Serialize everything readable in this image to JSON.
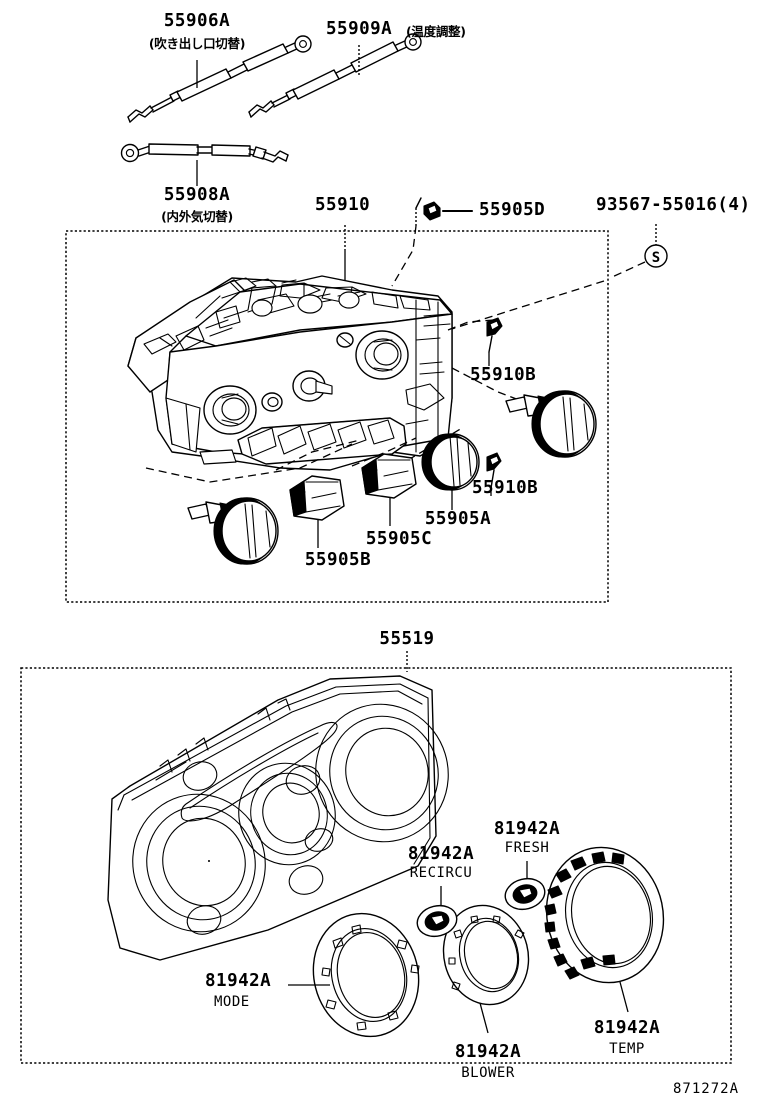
{
  "diagram": {
    "sheet_code": "871272A",
    "background_color": "#ffffff",
    "line_color": "#000000"
  },
  "cables": {
    "mode_cable": {
      "part_no": "55906A",
      "jp_note": "(吹き出し口切替)"
    },
    "temp_cable": {
      "part_no": "55909A",
      "jp_note": "(温度調整)"
    },
    "air_inlet_cable": {
      "part_no": "55908A",
      "jp_note": "(内外気切替)"
    }
  },
  "upper_box": {
    "assembly": {
      "part_no": "55910"
    },
    "clip": {
      "part_no": "55905D"
    },
    "screw": {
      "part_no": "93567-55016(4)",
      "balloon": "S"
    },
    "callouts": [
      {
        "part_no": "55910B"
      },
      {
        "part_no": "55910B"
      },
      {
        "part_no": "55905A"
      },
      {
        "part_no": "55905C"
      },
      {
        "part_no": "55905B"
      }
    ]
  },
  "lower_box": {
    "bezel": {
      "part_no": "55519"
    },
    "rings": [
      {
        "part_no": "81942A",
        "function": "MODE"
      },
      {
        "part_no": "81942A",
        "function": "BLOWER"
      },
      {
        "part_no": "81942A",
        "function": "TEMP"
      },
      {
        "part_no": "81942A",
        "function": "RECIRCU"
      },
      {
        "part_no": "81942A",
        "function": "FRESH"
      }
    ]
  }
}
